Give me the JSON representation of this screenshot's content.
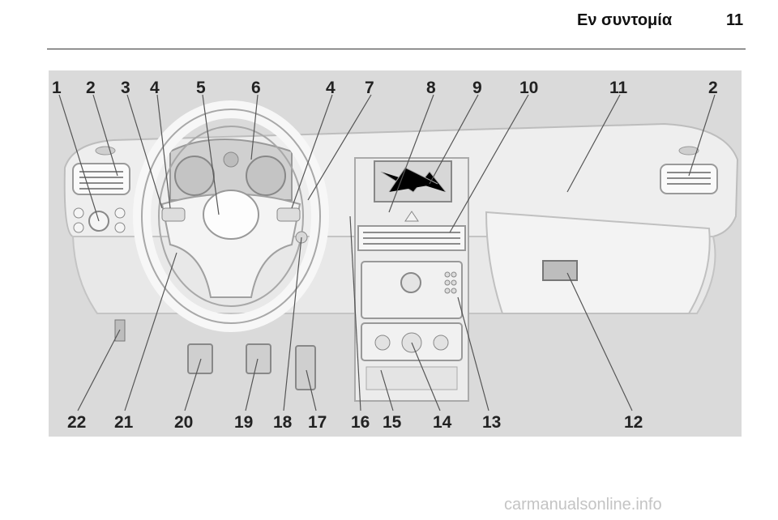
{
  "header": {
    "title": "Εν συντομία",
    "page_number": "11"
  },
  "figure": {
    "callouts_top": [
      "1",
      "2",
      "3",
      "4",
      "5",
      "6",
      "4",
      "7",
      "8",
      "9",
      "10",
      "11",
      "2"
    ],
    "callouts_bottom": [
      "22",
      "21",
      "20",
      "19",
      "18",
      "17",
      "16",
      "15",
      "14",
      "13",
      "12"
    ]
  },
  "watermark": "carmanualsonline.info"
}
